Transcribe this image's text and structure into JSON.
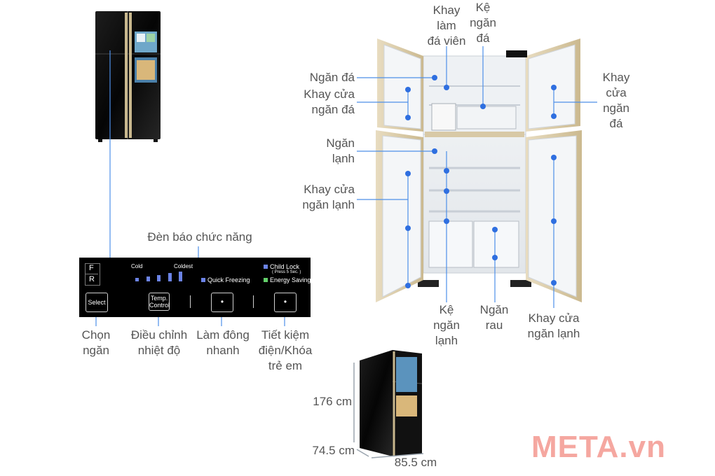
{
  "labels": {
    "khay_lam_da_vien": "Khay\nlàm\nđá viên",
    "ke_ngan_da": "Kệ\nngăn\nđá",
    "ngan_da": "Ngăn đá",
    "khay_cua_ngan_da_left": "Khay cửa\nngăn đá",
    "khay_cua_ngan_da_right": "Khay\ncửa\nngăn\nđá",
    "ngan_lanh": "Ngăn\nlạnh",
    "khay_cua_ngan_lanh_left": "Khay cửa\nngăn lạnh",
    "ke_ngan_lanh": "Kệ\nngăn\nlạnh",
    "ngan_rau": "Ngăn\nrau",
    "khay_cua_ngan_lanh_right": "Khay cửa\nngăn lạnh",
    "den_bao": "Đèn báo chức năng",
    "chon_ngan": "Chọn\nngăn",
    "dieu_chinh": "Điều chỉnh\nnhiệt độ",
    "lam_dong": "Làm đông\nnhanh",
    "tiet_kiem": "Tiết kiệm\nđiện/Khóa\ntrẻ em"
  },
  "panel": {
    "f": "F",
    "r": "R",
    "cold": "Cold",
    "coldest": "Coldest",
    "child_lock": "Child Lock",
    "press": "( Press 5 Sec. )",
    "quick_freezing": "Quick Freezing",
    "energy_saving": "Energy Saving",
    "btn_select": "Select",
    "btn_temp": "Temp.\nControl"
  },
  "dimensions": {
    "height": "176 cm",
    "depth": "74.5 cm",
    "width": "85.5 cm"
  },
  "brand": "META.vn",
  "colors": {
    "marker": "#2f6fe0",
    "label": "#555555",
    "leader": "#4d8fe8",
    "brand": "#f5a7a0"
  }
}
